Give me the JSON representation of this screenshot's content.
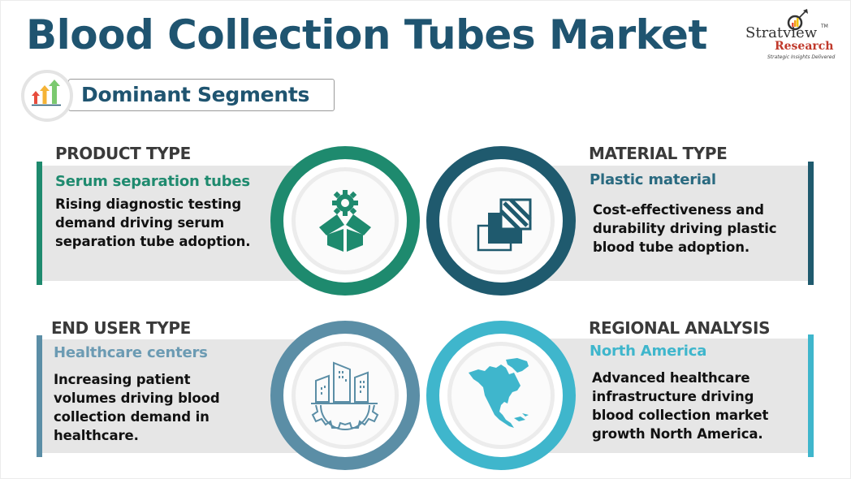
{
  "header": {
    "title": "Blood Collection Tubes Market",
    "section_label": "Dominant Segments",
    "section_icon": "growth-arrows-icon"
  },
  "logo": {
    "brand": "Stratview",
    "trademark": "TM",
    "sub_brand": "Research",
    "tagline": "Strategic Insights Delivered"
  },
  "colors": {
    "title": "#1f5470",
    "product": "#1e8a6e",
    "material": "#1f5a6e",
    "end_user": "#5b8ea6",
    "regional": "#3fb6cc",
    "card_bg": "#e6e6e6",
    "logo_red": "#c0392b"
  },
  "segments": [
    {
      "id": "product",
      "heading": "PRODUCT TYPE",
      "dominant": "Serum separation tubes",
      "description_lines": [
        "Rising diagnostic testing",
        "demand driving serum",
        "separation tube adoption."
      ],
      "icon": "box-gear-icon"
    },
    {
      "id": "material",
      "heading": "MATERIAL TYPE",
      "dominant": "Plastic material",
      "description_lines": [
        "Cost-effectiveness and",
        "durability driving plastic",
        "blood tube adoption."
      ],
      "icon": "layers-icon"
    },
    {
      "id": "end_user",
      "heading": "END USER TYPE",
      "dominant": "Healthcare centers",
      "description_lines": [
        "Increasing patient",
        "volumes driving blood",
        "collection demand in",
        "healthcare."
      ],
      "icon": "buildings-gear-icon"
    },
    {
      "id": "regional",
      "heading": "REGIONAL ANALYSIS",
      "dominant": "North America",
      "description_lines": [
        "Advanced healthcare",
        "infrastructure driving",
        "blood collection market",
        "growth North America."
      ],
      "icon": "north-america-map-icon"
    }
  ]
}
